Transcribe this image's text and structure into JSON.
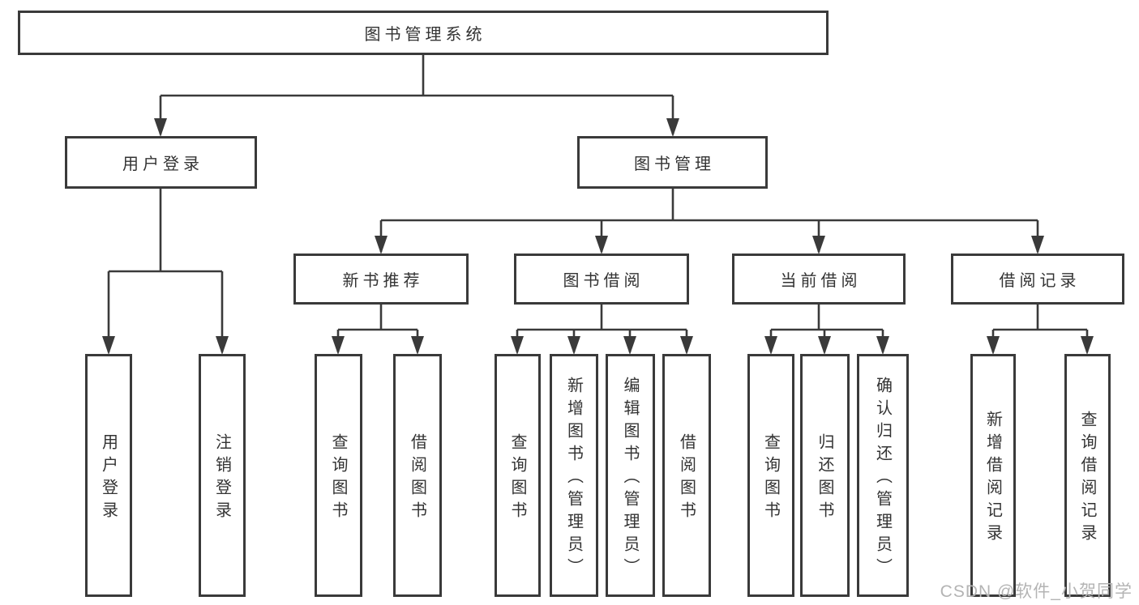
{
  "tree": {
    "label": "图书管理系统",
    "children": [
      {
        "label": "用户登录",
        "children": [
          {
            "label": "用户登录"
          },
          {
            "label": "注销登录"
          }
        ]
      },
      {
        "label": "图书管理",
        "children": [
          {
            "label": "新书推荐",
            "children": [
              {
                "label": "查询图书"
              },
              {
                "label": "借阅图书"
              }
            ]
          },
          {
            "label": "图书借阅",
            "children": [
              {
                "label": "查询图书"
              },
              {
                "label": "新增图书（管理员）"
              },
              {
                "label": "编辑图书（管理员）"
              },
              {
                "label": "借阅图书"
              }
            ]
          },
          {
            "label": "当前借阅",
            "children": [
              {
                "label": "查询图书"
              },
              {
                "label": "归还图书"
              },
              {
                "label": "确认归还（管理员）"
              }
            ]
          },
          {
            "label": "借阅记录",
            "children": [
              {
                "label": "新增借阅记录"
              },
              {
                "label": "查询借阅记录"
              }
            ]
          }
        ]
      }
    ]
  },
  "watermark": {
    "text": "CSDN @软件_小贺同学"
  },
  "colors": {
    "line": "#3a3a3a",
    "box_border": "#3a3a3a",
    "text": "#333333",
    "background": "#ffffff",
    "watermark": "#b4b4b4"
  }
}
